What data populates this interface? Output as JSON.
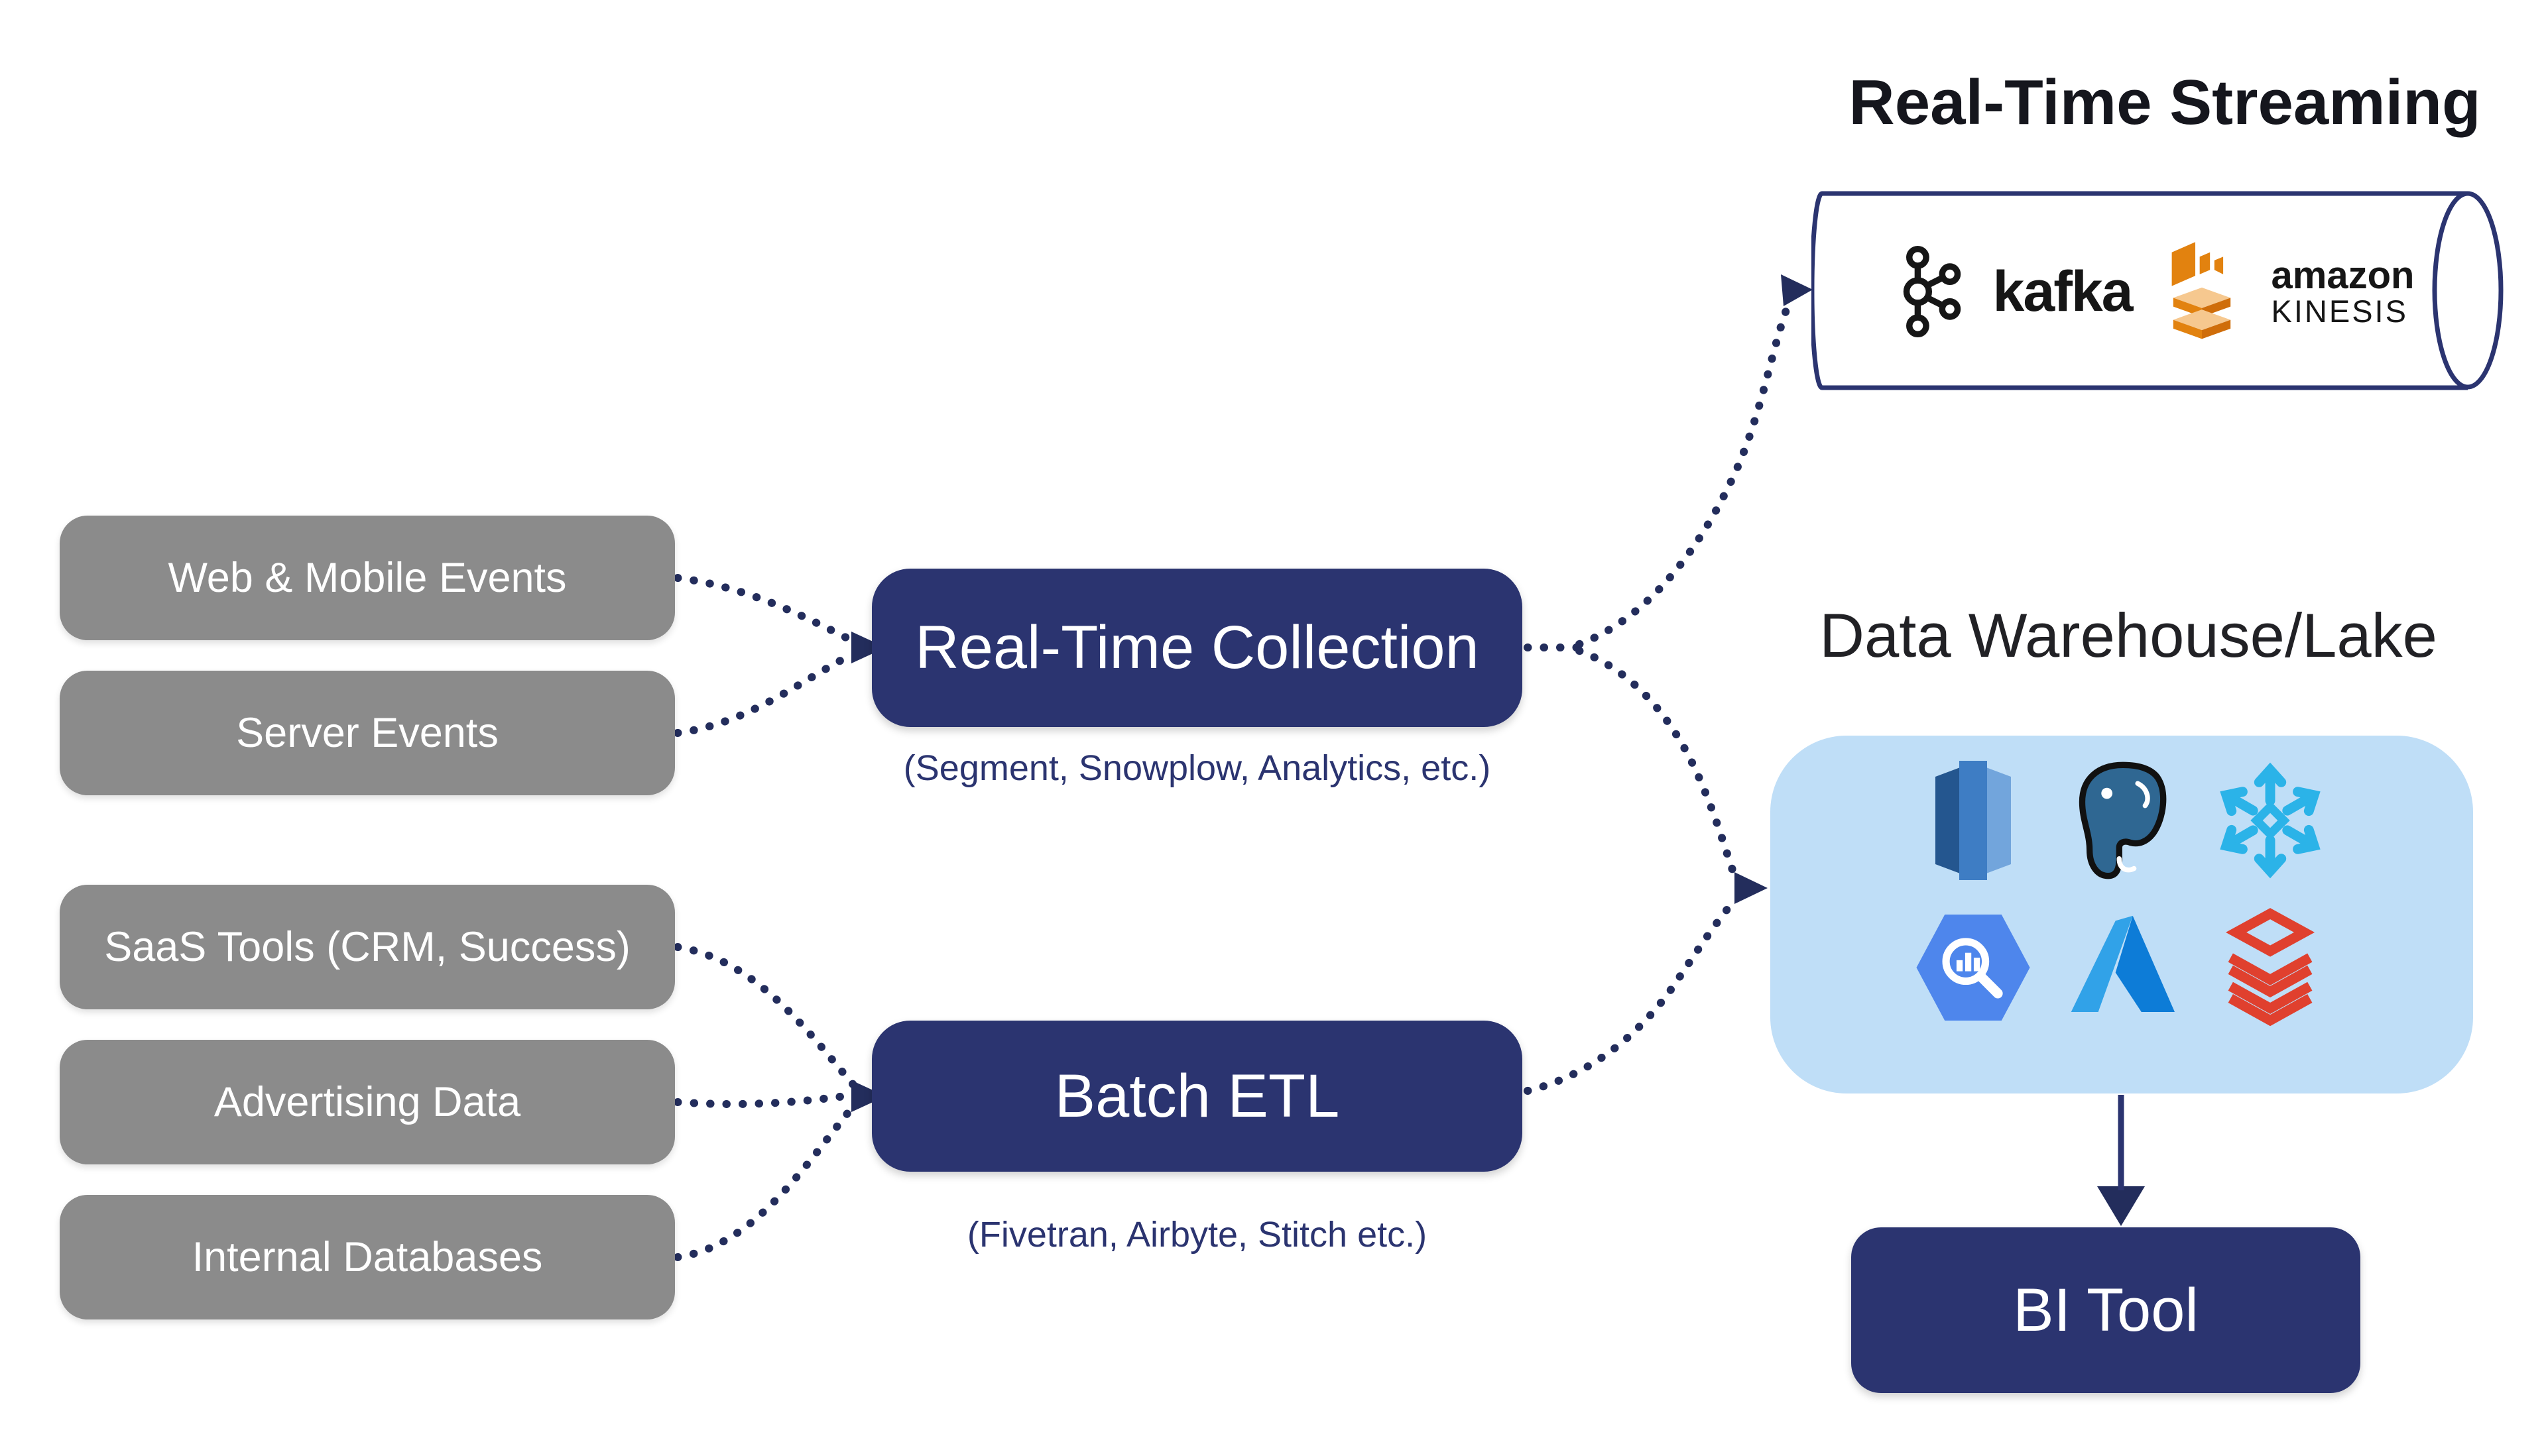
{
  "palette": {
    "background": "#ffffff",
    "navy_box": "#2b3470",
    "connector_navy": "#232d5c",
    "source_gray": "#8b8b8b",
    "warehouse_light_blue": "#bfdef7",
    "title_dark": "#15161d",
    "kafka_black": "#161616",
    "kinesis_orange": "#e2820f",
    "redshift_blue": "#3e7dc4",
    "postgres_teal": "#2f6792",
    "snowflake_blue": "#2bb3e8",
    "bigquery_blue": "#4e86ec",
    "azure_blue": "#0d7cd7",
    "databricks_red": "#e0402e"
  },
  "sources": {
    "group_realtime": {
      "items": [
        {
          "label": "Web & Mobile Events"
        },
        {
          "label": "Server Events"
        }
      ]
    },
    "group_batch": {
      "items": [
        {
          "label": "SaaS Tools (CRM, Success)"
        },
        {
          "label": "Advertising Data"
        },
        {
          "label": "Internal Databases"
        }
      ]
    }
  },
  "collectors": {
    "realtime": {
      "label": "Real-Time Collection",
      "subtitle": "(Segment, Snowplow, Analytics, etc.)"
    },
    "batch": {
      "label": "Batch ETL",
      "subtitle": "(Fivetran, Airbyte, Stitch etc.)"
    }
  },
  "streaming": {
    "title": "Real-Time Streaming",
    "kafka_label": "kafka",
    "kinesis_label_top": "amazon",
    "kinesis_label_bottom": "KINESIS",
    "logos": [
      {
        "name": "apache-kafka"
      },
      {
        "name": "amazon-kinesis"
      }
    ]
  },
  "warehouse": {
    "title": "Data Warehouse/Lake",
    "logos": [
      {
        "name": "amazon-redshift"
      },
      {
        "name": "postgresql"
      },
      {
        "name": "snowflake"
      },
      {
        "name": "google-bigquery"
      },
      {
        "name": "microsoft-azure"
      },
      {
        "name": "databricks"
      }
    ]
  },
  "bi": {
    "label": "BI Tool"
  }
}
